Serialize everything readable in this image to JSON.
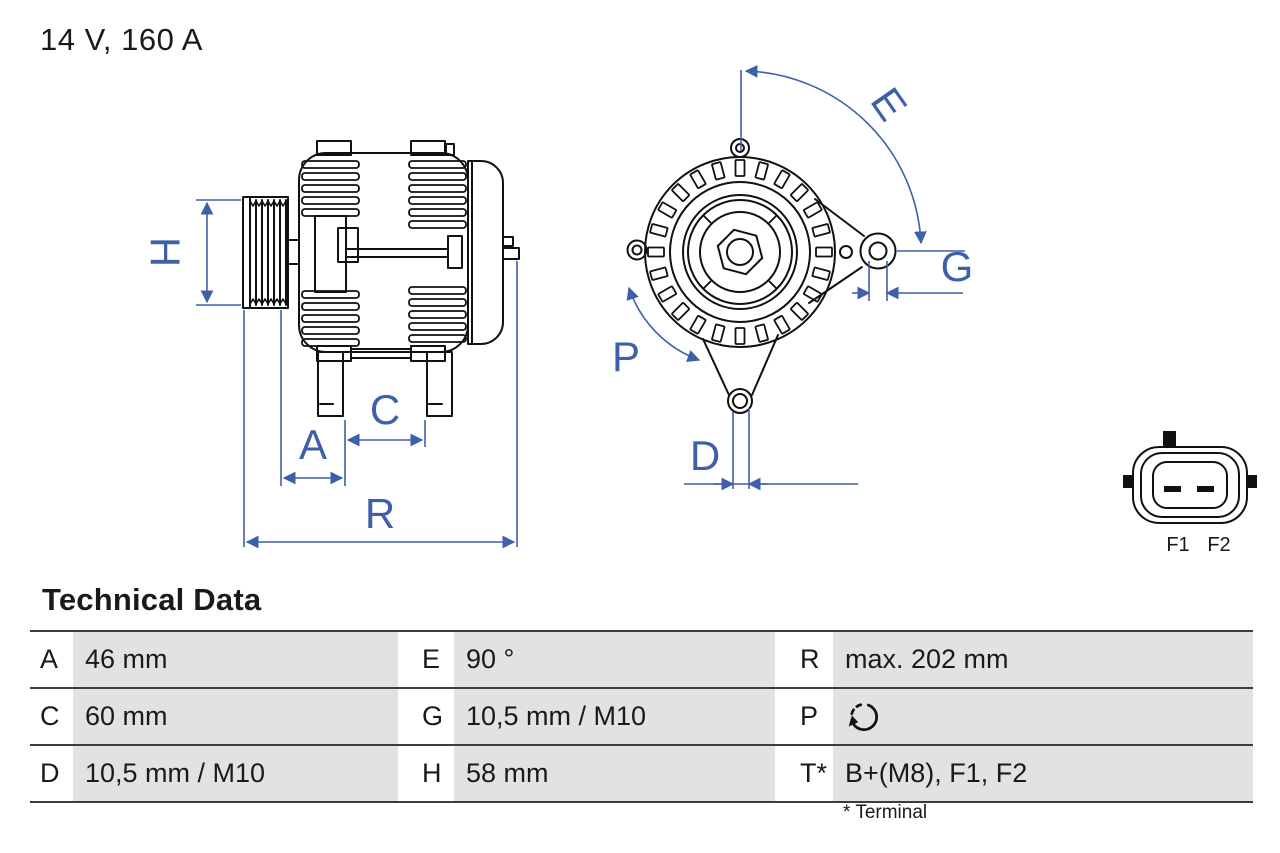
{
  "title": "14 V, 160 A",
  "diagram": {
    "side_view": {
      "dim_h": "H",
      "dim_a": "A",
      "dim_c": "C",
      "dim_r": "R"
    },
    "front_view": {
      "dim_e": "E",
      "dim_g": "G",
      "dim_p": "P",
      "dim_d": "D"
    },
    "connector": {
      "pin1": "F1",
      "pin2": "F2"
    },
    "colors": {
      "dimension_blue": "#3E5FA9",
      "line_black": "#111111"
    }
  },
  "technical_data": {
    "heading": "Technical Data",
    "rows": [
      [
        {
          "key": "A",
          "value": "46 mm"
        },
        {
          "key": "E",
          "value": "90 °"
        },
        {
          "key": "R",
          "value": "max. 202 mm"
        }
      ],
      [
        {
          "key": "C",
          "value": "60 mm"
        },
        {
          "key": "G",
          "value": "10,5 mm / M10"
        },
        {
          "key": "P",
          "value": "",
          "icon": "rotation-arrow-icon"
        }
      ],
      [
        {
          "key": "D",
          "value": "10,5 mm / M10"
        },
        {
          "key": "H",
          "value": "58 mm"
        },
        {
          "key": "T*",
          "value": "B+(M8), F1, F2"
        }
      ]
    ],
    "footnote": "* Terminal"
  }
}
